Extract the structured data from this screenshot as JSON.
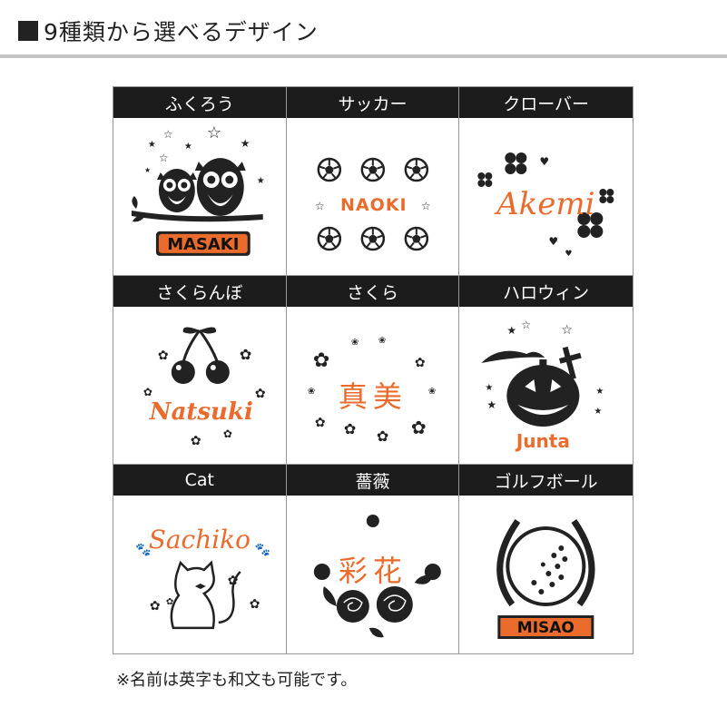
{
  "heading": {
    "marker": "■",
    "title": "9種類から選べるデザイン"
  },
  "accent_color": "#ea6b2c",
  "designs": [
    {
      "label": "ふくろう",
      "name": "MASAKI",
      "icon": "owl-icon"
    },
    {
      "label": "サッカー",
      "name": "NAOKI",
      "icon": "soccer-ball-icon"
    },
    {
      "label": "クローバー",
      "name": "Akemi",
      "icon": "clover-icon"
    },
    {
      "label": "さくらんぼ",
      "name": "Natsuki",
      "icon": "cherry-icon"
    },
    {
      "label": "さくら",
      "name": "真美",
      "icon": "sakura-icon"
    },
    {
      "label": "ハロウィン",
      "name": "Junta",
      "icon": "pumpkin-icon"
    },
    {
      "label": "Cat",
      "name": "Sachiko",
      "icon": "cat-icon"
    },
    {
      "label": "薔薇",
      "name": "彩花",
      "icon": "rose-icon"
    },
    {
      "label": "ゴルフボール",
      "name": "MISAO",
      "icon": "golf-ball-icon"
    }
  ],
  "note": "※名前は英字も和文も可能です。"
}
